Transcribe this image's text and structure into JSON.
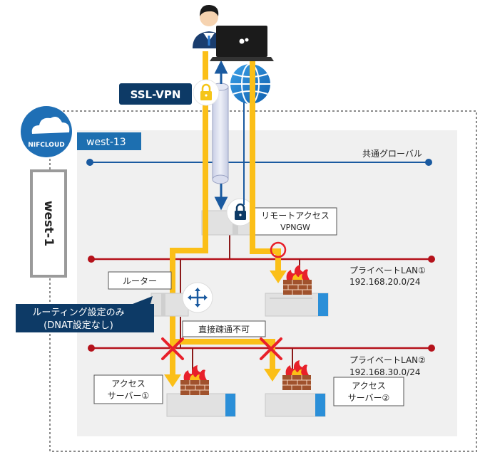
{
  "ssl_vpn_label": "SSL-VPN",
  "nifcloud_logo_text": "NIFCLOUD",
  "region_label": "west-1",
  "zone_label": "west-13",
  "global_network_label": "共通グローバル",
  "vpngw_label_line1": "リモートアクセス",
  "vpngw_label_line2": "VPNGW",
  "router_label": "ルーター",
  "routing_note_line1": "ルーティング設定のみ",
  "routing_note_line2": "(DNAT設定なし)",
  "direct_comm_label": "直接疎通不可",
  "lan1_name": "プライベートLAN①",
  "lan1_subnet": "192.168.20.0/24",
  "lan2_name": "プライベートLAN②",
  "lan2_subnet": "192.168.30.0/24",
  "access_server1_line1": "アクセス",
  "access_server1_line2": "サーバー①",
  "access_server2_line1": "アクセス",
  "access_server2_line2": "サーバー②",
  "colors": {
    "navy": "#0d3a66",
    "blue": "#1a5aa0",
    "red": "#b5121b",
    "yellow": "#fbbf18",
    "cross": "#e8202a",
    "zone_bg": "#f0f0f0"
  }
}
